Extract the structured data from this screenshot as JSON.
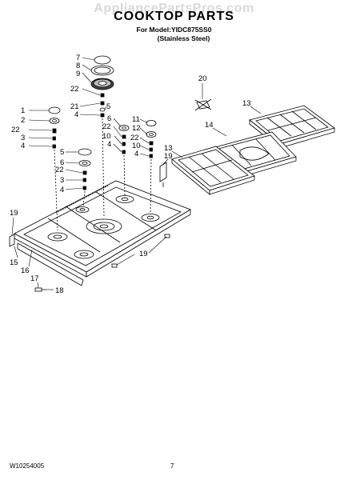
{
  "watermark": "AppliancePartsPros.com",
  "header": {
    "title": "COOKTOP PARTS",
    "model_line": "For Model:YIDC875SS0",
    "finish_line": "(Stainless Steel)"
  },
  "footer": {
    "document_id": "W10254005",
    "page_number": "7"
  },
  "callouts": {
    "c7": "7",
    "c8": "8",
    "c9": "9",
    "c22a": "22",
    "c21": "21",
    "c5a": "5",
    "c4a": "4",
    "c1": "1",
    "c2": "2",
    "c22b": "22",
    "c3a": "3",
    "c4b": "4",
    "c6": "6",
    "c11": "11",
    "c22c": "22",
    "c12": "12",
    "c10a": "10",
    "c22d": "22",
    "c10b": "10",
    "c4c": "4",
    "c4d": "4",
    "c5b": "5",
    "c6b": "6",
    "c22e": "22",
    "c3b": "3",
    "c4e": "4",
    "c20": "20",
    "c13a": "13",
    "c14": "14",
    "c13b": "13",
    "c19a": "19",
    "c19b": "19",
    "c15": "15",
    "c16": "16",
    "c17": "17",
    "c18": "18",
    "c19c": "19"
  }
}
